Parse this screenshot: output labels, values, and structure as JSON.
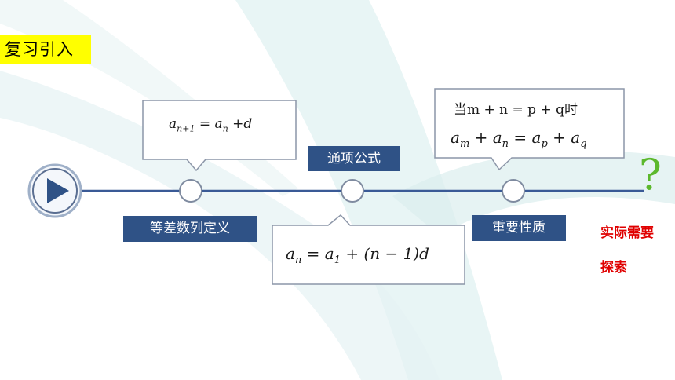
{
  "slide": {
    "title": "复习引入",
    "colors": {
      "title_bg": "#ffff00",
      "timeline": "#3a5a96",
      "label_bg": "#2f5286",
      "accent_red": "#e00000",
      "question_green": "#5cb82c"
    }
  },
  "play_icon": "play-icon",
  "question_icon": "question-mark-icon",
  "question_mark": "?",
  "nodes": [
    {
      "label": "等差数列定义",
      "formula": "a",
      "formula_sub1": "n+1",
      "formula_mid": " = a",
      "formula_sub2": "n",
      "formula_end": " +d"
    },
    {
      "label": "通项公式",
      "formula_a": "a",
      "formula_n": "n",
      "formula_rest": " = a",
      "formula_1": "1",
      "formula_tail": " + (n − 1)d"
    },
    {
      "label": "重要性质",
      "line1": "当m + n = p + q时",
      "line2_a": "a",
      "line2_m": "m",
      "line2_b": " + a",
      "line2_n": "n",
      "line2_c": " = a",
      "line2_p": "p",
      "line2_d": " + a",
      "line2_q": "q"
    }
  ],
  "side_note": {
    "line1": "实际需要",
    "line2": "探索"
  }
}
